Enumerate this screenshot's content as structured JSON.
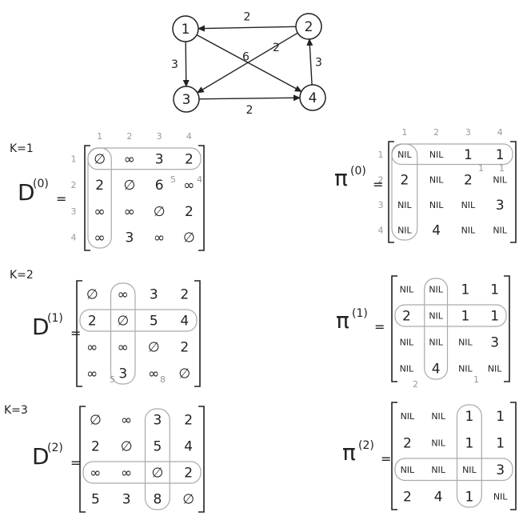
{
  "graph": {
    "nodes": [
      {
        "id": "1",
        "label": "1"
      },
      {
        "id": "2",
        "label": "2"
      },
      {
        "id": "3",
        "label": "3"
      },
      {
        "id": "4",
        "label": "4"
      }
    ],
    "edges": [
      {
        "from": "2",
        "to": "1",
        "weight": "2"
      },
      {
        "from": "1",
        "to": "3",
        "weight": "3"
      },
      {
        "from": "1",
        "to": "4",
        "weight": "2"
      },
      {
        "from": "2",
        "to": "3",
        "weight": "6"
      },
      {
        "from": "3",
        "to": "4",
        "weight": "2"
      },
      {
        "from": "4",
        "to": "2",
        "weight": "3"
      }
    ]
  },
  "col_headers": [
    "1",
    "2",
    "3",
    "4"
  ],
  "steps": [
    {
      "k_label": "K=1",
      "d_label": "D",
      "d_sup": "(0)",
      "d_rows": [
        [
          "∅",
          "∞",
          "3",
          "2"
        ],
        [
          "2",
          "∅",
          "6",
          "∞"
        ],
        [
          "∞",
          "∞",
          "∅",
          "2"
        ],
        [
          "∞",
          "3",
          "∞",
          "∅"
        ]
      ],
      "d_annotations": [
        "5",
        "4"
      ],
      "pi_label": "π",
      "pi_sup": "(0)",
      "pi_rows": [
        [
          "NIL",
          "NIL",
          "1",
          "1"
        ],
        [
          "2",
          "NIL",
          "2",
          "NIL"
        ],
        [
          "NIL",
          "NIL",
          "NIL",
          "3"
        ],
        [
          "NIL",
          "4",
          "NIL",
          "NIL"
        ]
      ],
      "pi_annotations": [
        "1",
        "1"
      ]
    },
    {
      "k_label": "K=2",
      "d_label": "D",
      "d_sup": "(1)",
      "d_rows": [
        [
          "∅",
          "∞",
          "3",
          "2"
        ],
        [
          "2",
          "∅",
          "5",
          "4"
        ],
        [
          "∞",
          "∞",
          "∅",
          "2"
        ],
        [
          "∞",
          "3",
          "∞",
          "∅"
        ]
      ],
      "d_annotations": [
        "5",
        "8"
      ],
      "pi_label": "π",
      "pi_sup": "(1)",
      "pi_rows": [
        [
          "NIL",
          "NIL",
          "1",
          "1"
        ],
        [
          "2",
          "NIL",
          "1",
          "1"
        ],
        [
          "NIL",
          "NIL",
          "NIL",
          "3"
        ],
        [
          "NIL",
          "4",
          "NIL",
          "NIL"
        ]
      ],
      "pi_annotations": [
        "2",
        "1"
      ]
    },
    {
      "k_label": "K=3",
      "d_label": "D",
      "d_sup": "(2)",
      "d_rows": [
        [
          "∅",
          "∞",
          "3",
          "2"
        ],
        [
          "2",
          "∅",
          "5",
          "4"
        ],
        [
          "∞",
          "∞",
          "∅",
          "2"
        ],
        [
          "5",
          "3",
          "8",
          "∅"
        ]
      ],
      "d_annotations": [],
      "pi_label": "π",
      "pi_sup": "(2)",
      "pi_rows": [
        [
          "NIL",
          "NIL",
          "1",
          "1"
        ],
        [
          "2",
          "NIL",
          "1",
          "1"
        ],
        [
          "NIL",
          "NIL",
          "NIL",
          "3"
        ],
        [
          "2",
          "4",
          "1",
          "NIL"
        ]
      ],
      "pi_annotations": []
    }
  ]
}
